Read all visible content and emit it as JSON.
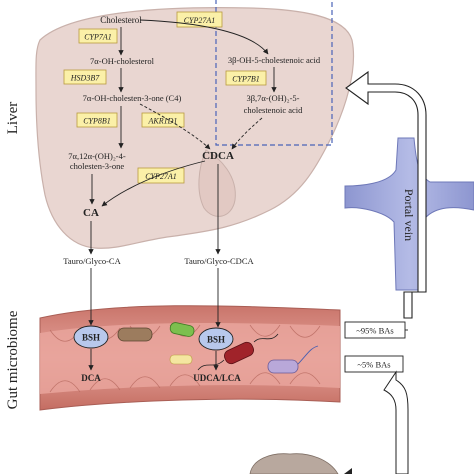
{
  "sections": {
    "liver": "Liver",
    "gut": "Gut microbiome",
    "portal": "Portal vein"
  },
  "pathway": {
    "cholesterol": "Cholesterol",
    "oh7": "7α-OH-cholesterol",
    "c4": "7α-OH-cholesten-3-one (C4)",
    "diol": "7α,12α-(OH)₂-4-",
    "diol2": "cholesten-3-one",
    "ca": "CA",
    "cdca": "CDCA",
    "acid1": "3β-OH-5-cholestenoic acid",
    "acid2a": "3β,7α-(OH)₂-5-",
    "acid2b": "cholestenoic acid",
    "tauro_ca": "Tauro/Glyco-CA",
    "tauro_cdca": "Tauro/Glyco-CDCA"
  },
  "enzymes": {
    "cyp7a1": "CYP7A1",
    "cyp27a1_top": "CYP27A1",
    "hsd3b7": "HSD3B7",
    "cyp7b1": "CYP7B1",
    "cyp8b1": "CYP8B1",
    "akr1d1": "AKR1D1",
    "cyp27a1_mid": "CYP27A1"
  },
  "gut": {
    "bsh_left": "BSH",
    "bsh_right": "BSH",
    "dca": "DCA",
    "udca_lca": "UDCA/LCA"
  },
  "flow": {
    "reabsorb": "~95% BAs",
    "excrete": "~5% BAs"
  },
  "colors": {
    "liver": "#e9d6d1",
    "enzyme_box": "#fbf0a8",
    "enzyme_border": "#b89a3e",
    "portal_vein": "#9aa3d6",
    "gut": "#d7877c",
    "bsh": "#b8c8ec",
    "dashed_box": "#4a63b8"
  }
}
